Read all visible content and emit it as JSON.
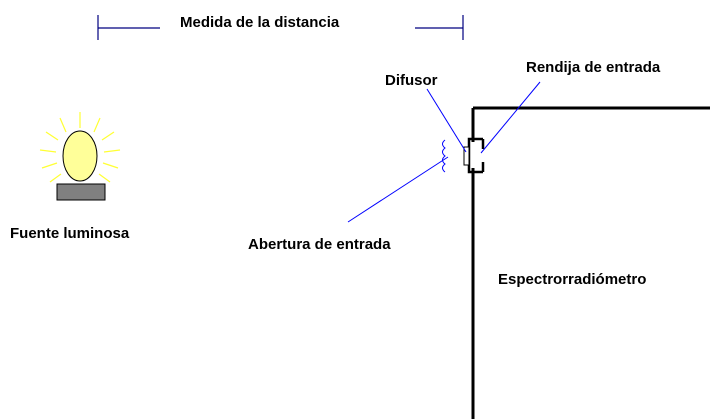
{
  "labels": {
    "distance": "Medida de la distancia",
    "diffuser": "Difusor",
    "entrance_slit": "Rendija de entrada",
    "light_source": "Fuente luminosa",
    "entrance_aperture": "Abertura de entrada",
    "spectroradiometer": "Espectrorradiómetro"
  },
  "colors": {
    "text": "#000000",
    "measure_line": "#000080",
    "leader_line": "#0000ff",
    "bulb_fill": "#ffff99",
    "bulb_glow": "#ffff33",
    "base_fill": "#808080",
    "instrument": "#000000"
  }
}
